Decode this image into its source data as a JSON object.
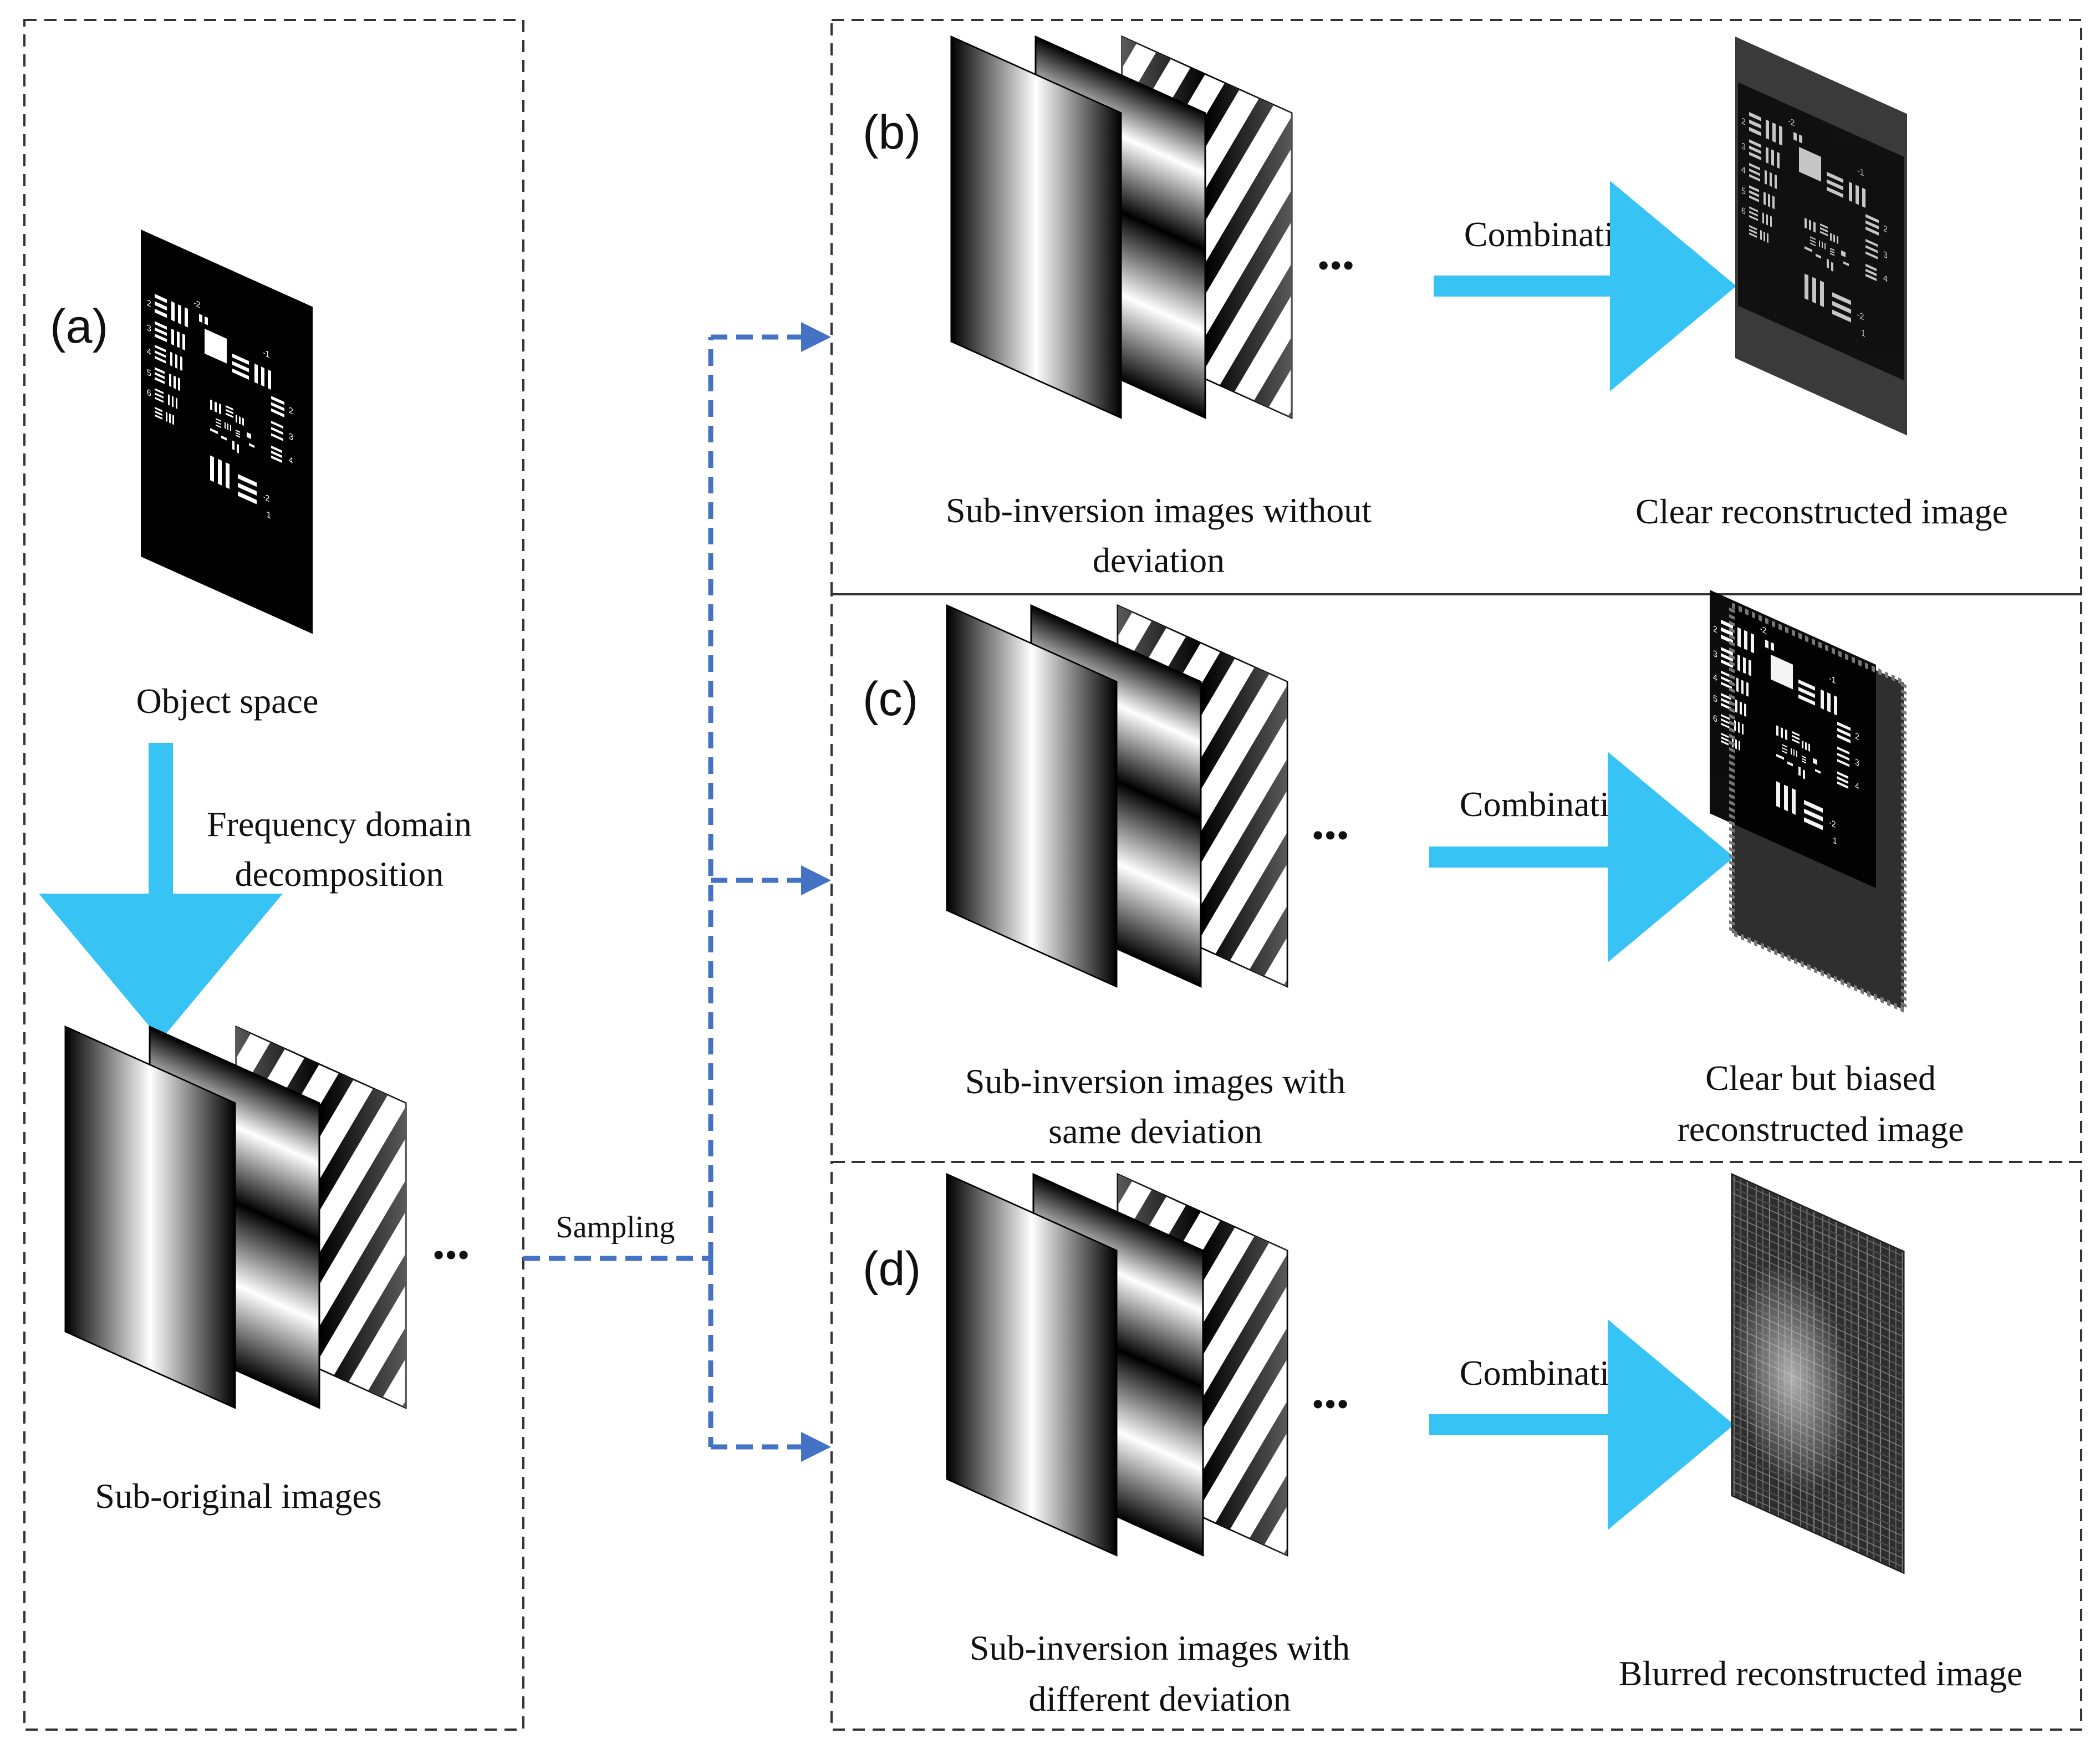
{
  "panels": {
    "a": {
      "label": "(a)",
      "object_caption": "Object space",
      "decompose_label_1": "Frequency domain",
      "decompose_label_2": "decomposition",
      "stack_caption": "Sub-original images"
    },
    "sampling_label": "Sampling",
    "b": {
      "label": "(b)",
      "arrow_label": "Combination",
      "stack_caption_1": "Sub-inversion  images  without",
      "stack_caption_2": "deviation",
      "result_caption_1": "Clear  reconstructed  image",
      "result_caption_2": ""
    },
    "c": {
      "label": "(c)",
      "arrow_label": "Combination",
      "stack_caption_1": "Sub-inversion  images  with",
      "stack_caption_2": "same deviation",
      "result_caption_1": "Clear  but  biased",
      "result_caption_2": "reconstructed  image"
    },
    "d": {
      "label": "(d)",
      "arrow_label": "Combination",
      "stack_caption_1": "Sub-inversion  images  with",
      "stack_caption_2": "different deviation",
      "result_caption_1": "Blurred  reconstructed  image",
      "result_caption_2": ""
    },
    "ellipsis": "•••",
    "target_labels": {
      "minus2": "-2",
      "minus1": "-1",
      "n1": "1",
      "n2": "2",
      "n3": "3",
      "n4": "4",
      "n5": "5",
      "n6": "6"
    }
  },
  "colors": {
    "arrow_cyan": "#38C3F5",
    "dashed_blue": "#4472C4",
    "frame": "#333333"
  }
}
